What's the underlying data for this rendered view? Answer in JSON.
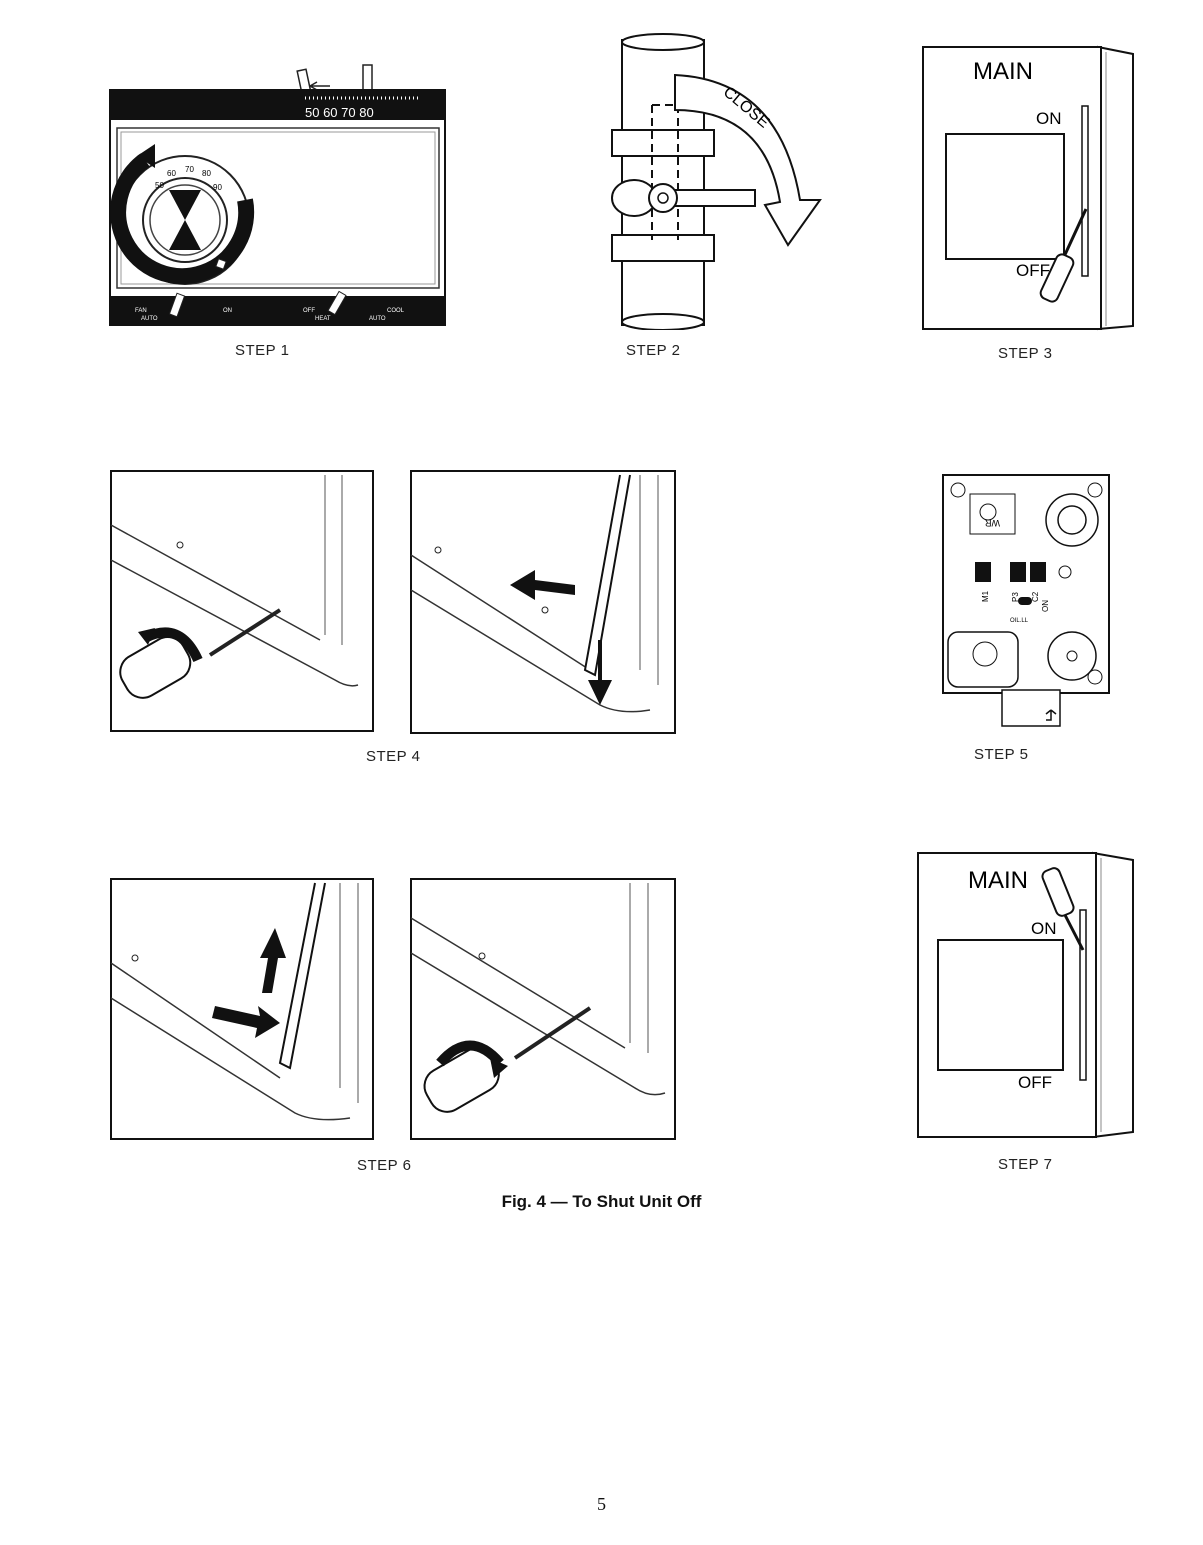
{
  "steps": {
    "step1": {
      "caption": "STEP 1",
      "scale": "50 60 70 80",
      "dial_ticks": [
        "50",
        "60",
        "70",
        "80",
        "90"
      ],
      "fan_label": "FAN",
      "auto1_label": "AUTO",
      "on_label": "ON",
      "off_label": "OFF",
      "heat_label": "HEAT",
      "cool_label": "COOL",
      "auto2_label": "AUTO"
    },
    "step2": {
      "caption": "STEP 2",
      "close_label": "CLOSE"
    },
    "step3": {
      "caption": "STEP 3",
      "main_label": "MAIN",
      "on_label": "ON",
      "off_label": "OFF"
    },
    "step4": {
      "caption": "STEP 4"
    },
    "step5": {
      "caption": "STEP 5",
      "labels": [
        "WR",
        "M1",
        "P3",
        "C2",
        "ON",
        "OIL.LL"
      ]
    },
    "step6": {
      "caption": "STEP 6"
    },
    "step7": {
      "caption": "STEP 7",
      "main_label": "MAIN",
      "on_label": "ON",
      "off_label": "OFF"
    }
  },
  "figure_title": "Fig. 4 — To Shut Unit Off",
  "page_number": "5"
}
